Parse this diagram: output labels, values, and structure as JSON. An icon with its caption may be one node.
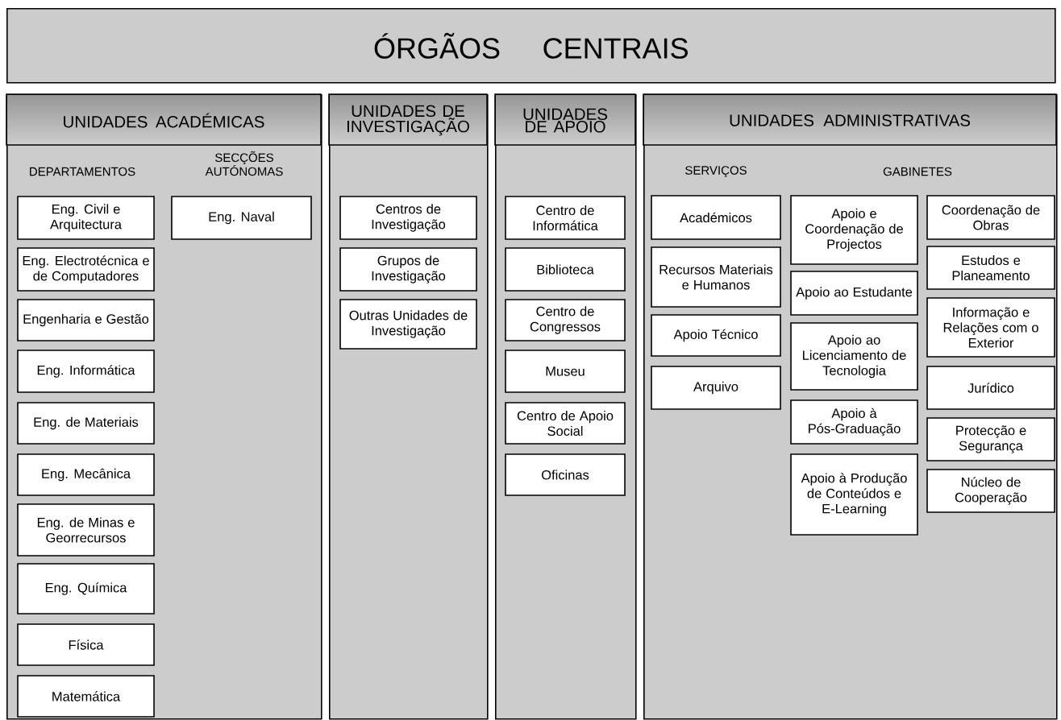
{
  "diagram": {
    "nodes": [
      {
        "text": [
          "ÓRGÃOS CENTRAIS"
        ]
      },
      {
        "text": [
          "UNIDADES ACADÉMICAS",
          "DEPARTAMENTOS",
          "SECÇÕES AUTÓNOMAS"
        ]
      },
      {
        "text": [
          "Eng. Civil e Arquitectura"
        ],
        "in": 1
      },
      {
        "text": [
          "Eng. Electrotécnica e de Computadores"
        ],
        "in": 1
      },
      {
        "text": [
          "Engenharia e Gestão"
        ],
        "in": 1
      },
      {
        "text": [
          "Eng. Informática"
        ],
        "in": 1
      },
      {
        "text": [
          "Eng. de Materiais"
        ],
        "in": 1
      },
      {
        "text": [
          "Eng. Mecânica"
        ],
        "in": 1
      },
      {
        "text": [
          "Eng. de Minas e Georrecursos"
        ],
        "in": 1
      },
      {
        "text": [
          "Eng. Química"
        ],
        "in": 1
      },
      {
        "text": [
          "Física"
        ],
        "in": 1
      },
      {
        "text": [
          "Matemática"
        ],
        "in": 1
      },
      {
        "text": [
          "Eng. Naval"
        ],
        "in": 1
      },
      {
        "text": [
          "UNIDADES DE INVESTIGAÇÃO"
        ]
      },
      {
        "text": [
          "Centros de Investigação"
        ],
        "in": 13
      },
      {
        "text": [
          "Grupos de Investigação"
        ],
        "in": 13
      },
      {
        "text": [
          "Outras Unidades de Investigação"
        ],
        "in": 13
      },
      {
        "text": [
          "UNIDADES DE APOIO"
        ]
      },
      {
        "text": [
          "Centro de Informática"
        ],
        "in": 17
      },
      {
        "text": [
          "Biblioteca"
        ],
        "in": 17
      },
      {
        "text": [
          "Centro de Congressos"
        ],
        "in": 17
      },
      {
        "text": [
          "Museu"
        ],
        "in": 17
      },
      {
        "text": [
          "Centro de Apoio Social"
        ],
        "in": 17
      },
      {
        "text": [
          "Oficinas"
        ],
        "in": 17
      },
      {
        "text": [
          "UNIDADES ADMINISTRATIVAS",
          "SERVIÇOS",
          "GABINETES"
        ]
      },
      {
        "text": [
          "Académicos"
        ],
        "in": 24
      },
      {
        "text": [
          "Recursos Materiais e Humanos"
        ],
        "in": 24
      },
      {
        "text": [
          "Apoio Técnico"
        ],
        "in": 24
      },
      {
        "text": [
          "Arquivo"
        ],
        "in": 24
      },
      {
        "text": [
          "Apoio e Coordenação de Projectos"
        ],
        "in": 24
      },
      {
        "text": [
          "Apoio ao Estudante"
        ],
        "in": 24
      },
      {
        "text": [
          "Apoio ao Licenciamento de Tecnologia"
        ],
        "in": 24
      },
      {
        "text": [
          "Apoio à Pós-Graduação"
        ],
        "in": 24
      },
      {
        "text": [
          "Apoio à Produção de Conteúdos e E-Learning"
        ],
        "in": 24
      },
      {
        "text": [
          "Coordenação de Obras"
        ],
        "in": 24
      },
      {
        "text": [
          "Estudos e Planeamento"
        ],
        "in": 24
      },
      {
        "text": [
          "Informação e Relações com o Exterior"
        ],
        "in": 24
      },
      {
        "text": [
          "Jurídico"
        ],
        "in": 24
      },
      {
        "text": [
          "Protecção e Segurança"
        ],
        "in": 24
      },
      {
        "text": [
          "Núcleo de Cooperação"
        ],
        "in": 24
      }
    ]
  }
}
